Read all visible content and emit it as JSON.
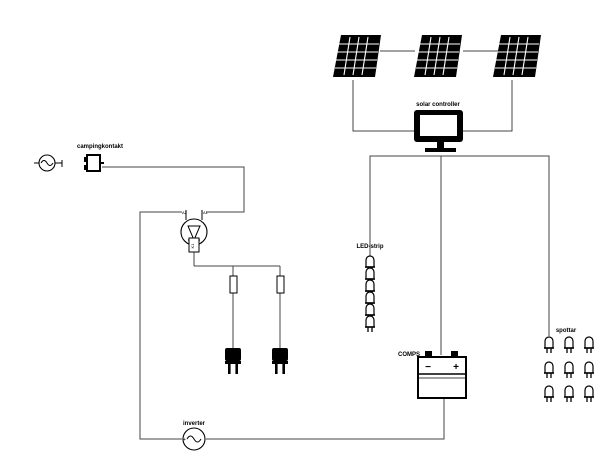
{
  "labels": {
    "camping": "campingkontakt",
    "controller": "solar controller",
    "led": "LED-strip",
    "spottar": "spottar",
    "battery": "COMPS",
    "inverter": "inverter",
    "plus": "+",
    "minus": "−",
    "pin1": "A2",
    "pin2": "A1",
    "relay": "K1"
  },
  "colors": {
    "line": "#000000",
    "wire": "#444444",
    "panel": "#000000"
  },
  "counts": {
    "solar_panels": 3,
    "led_bulbs": 6,
    "spots": 9,
    "sockets": 2,
    "fuses": 2
  }
}
